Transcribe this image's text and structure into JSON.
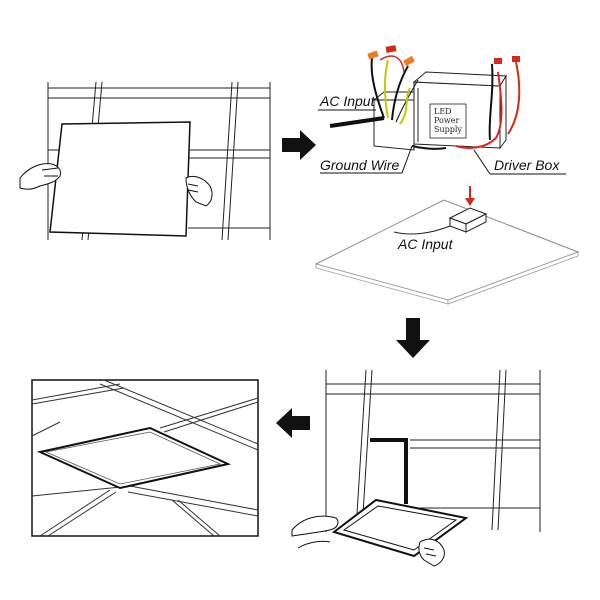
{
  "labels": {
    "ac_input_top": "AC Input",
    "ground_wire": "Ground Wire",
    "driver_box": "Driver Box",
    "ac_input_bottom": "AC Input",
    "psu_line1": "LED",
    "psu_line2": "Power",
    "psu_line3": "Supply"
  },
  "colors": {
    "arrow": "#111111",
    "wire_red": "#d42a1a",
    "wire_yellow": "#c7c700",
    "wire_orange": "#f07a20",
    "wire_black": "#111111"
  },
  "icons": {
    "arrow_right": "arrow-right-icon",
    "arrow_down": "arrow-down-icon",
    "arrow_left": "arrow-left-icon"
  }
}
